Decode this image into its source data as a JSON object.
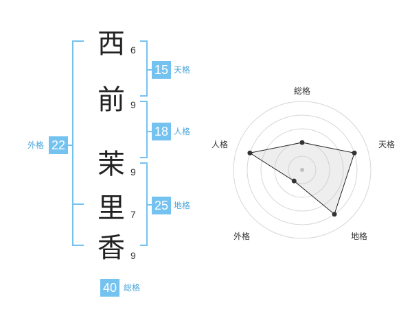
{
  "characters": [
    {
      "char": "西",
      "strokes": "6"
    },
    {
      "char": "前",
      "strokes": "9"
    },
    {
      "char": "茉",
      "strokes": "9"
    },
    {
      "char": "里",
      "strokes": "7"
    },
    {
      "char": "香",
      "strokes": "9"
    }
  ],
  "kaku": {
    "tenkaku": {
      "value": "15",
      "label": "天格"
    },
    "jinkaku": {
      "value": "18",
      "label": "人格"
    },
    "chikaku": {
      "value": "25",
      "label": "地格"
    },
    "gaikaku": {
      "value": "22",
      "label": "外格"
    },
    "soukaku": {
      "value": "40",
      "label": "総格"
    }
  },
  "radar": {
    "axes": [
      "総格",
      "天格",
      "地格",
      "外格",
      "人格"
    ],
    "values": [
      2,
      4,
      4,
      1,
      4
    ],
    "max": 5,
    "accent": "#74c2f0"
  }
}
